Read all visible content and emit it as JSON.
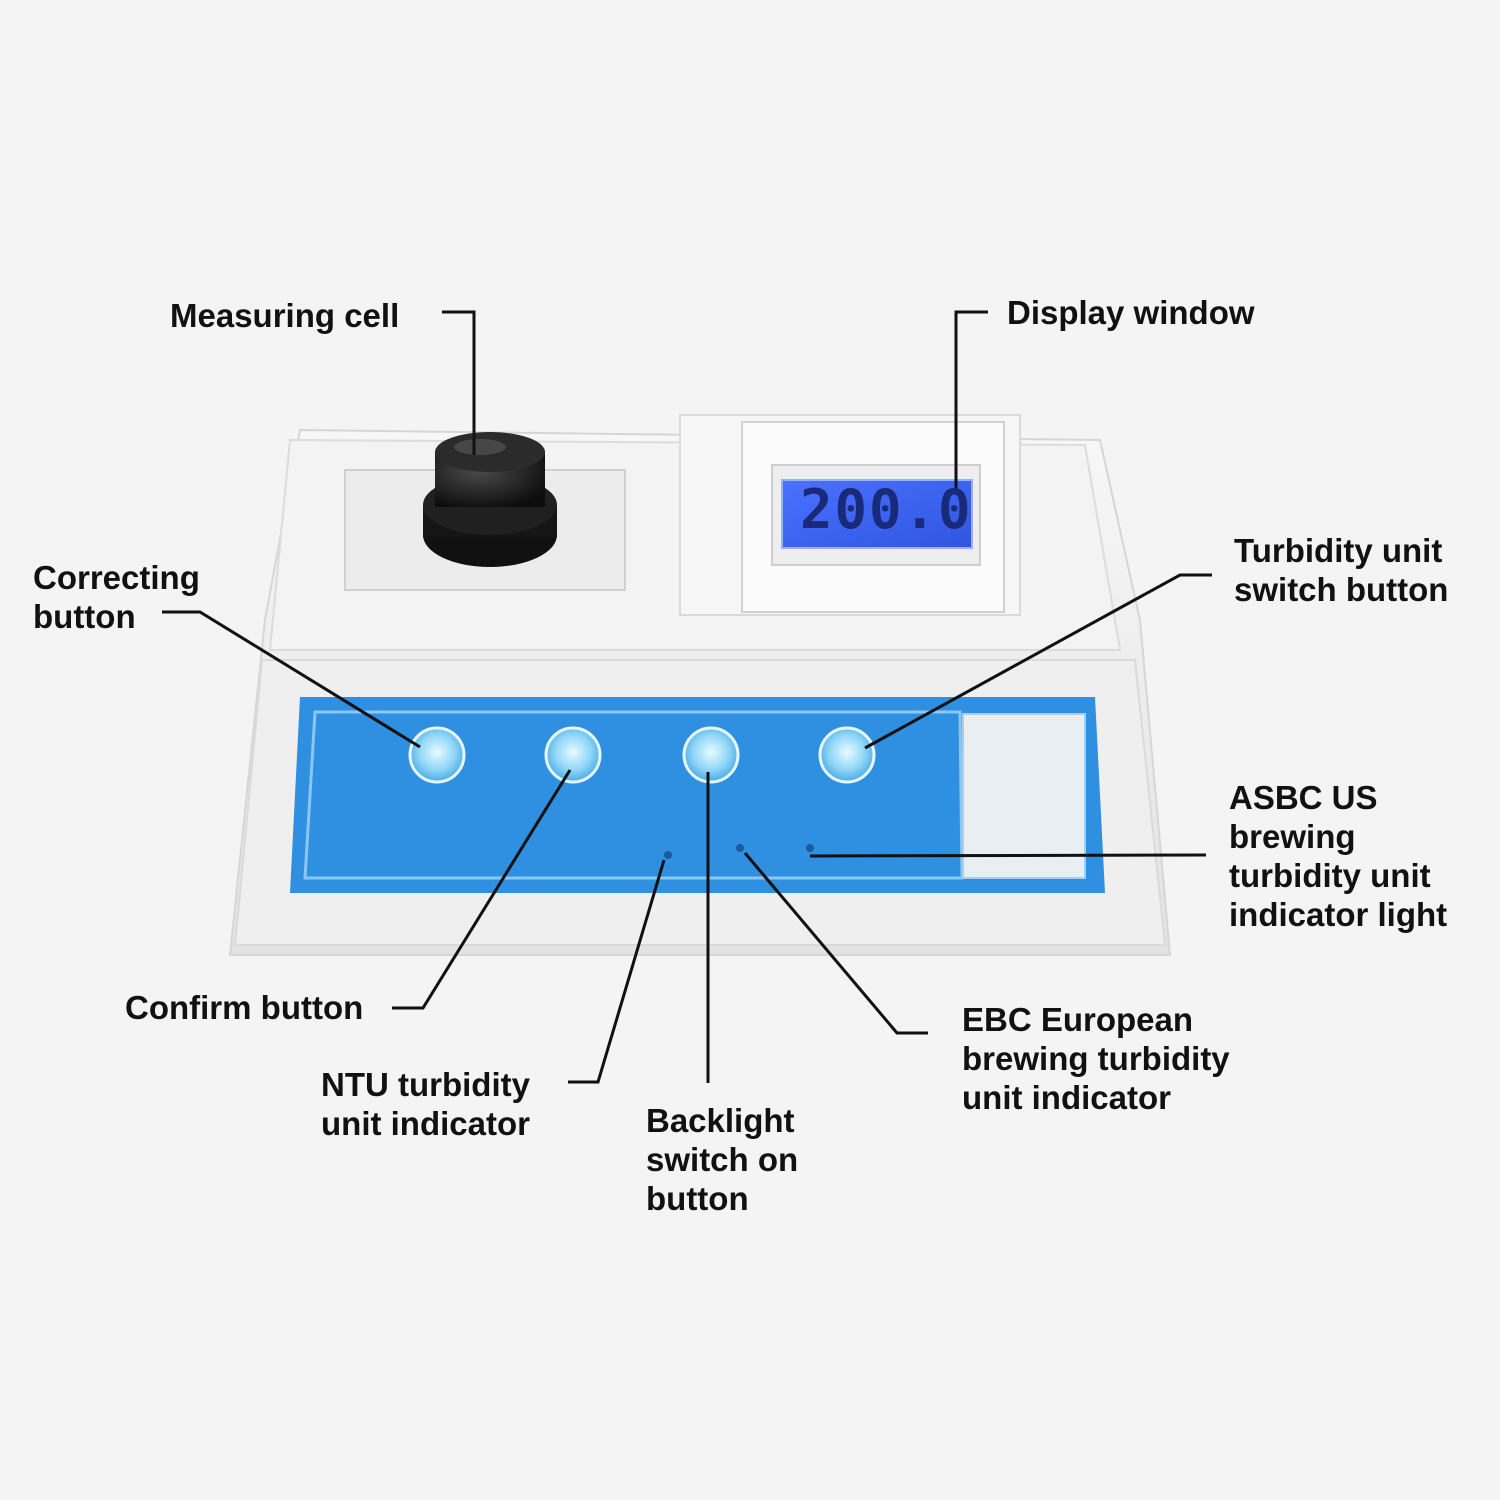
{
  "display": {
    "reading": "200.0"
  },
  "labels": {
    "measuring_cell": "Measuring cell",
    "display_window": "Display window",
    "correcting_button": "Correcting\nbutton",
    "turbidity_switch": "Turbidity unit\nswitch button",
    "asbc_indicator": "ASBC US\nbrewing\nturbidity unit\nindicator light",
    "confirm_button": "Confirm button",
    "ntu_indicator": "NTU turbidity\nunit indicator",
    "backlight_button": "Backlight\nswitch on\nbutton",
    "ebc_indicator": "EBC European\nbrewing turbidity\nunit indicator"
  },
  "colors": {
    "panel_blue": "#2f8fe0",
    "lcd_blue": "#3d6af0",
    "body_white": "#ededed"
  }
}
